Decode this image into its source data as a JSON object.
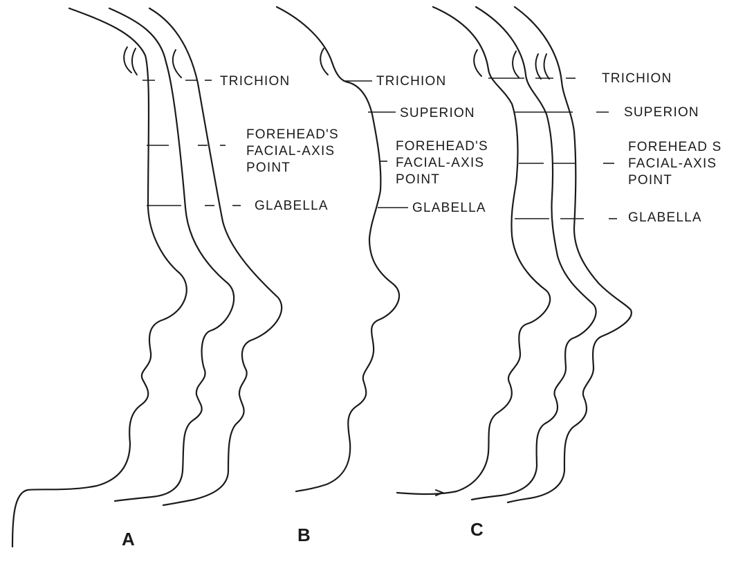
{
  "panels": [
    {
      "id": "A",
      "letter": "A",
      "labels": {
        "trichion": "TRICHION",
        "forehead": [
          "FOREHEAD'S",
          "FACIAL-AXIS",
          "POINT"
        ],
        "glabella": "GLABELLA"
      }
    },
    {
      "id": "B",
      "letter": "B",
      "labels": {
        "trichion": "TRICHION",
        "superion": "SUPERION",
        "forehead": [
          "FOREHEAD'S",
          "FACIAL-AXIS",
          "POINT"
        ],
        "glabella": "GLABELLA"
      }
    },
    {
      "id": "C",
      "letter": "C",
      "labels": {
        "trichion": "TRICHION",
        "superion": "SUPERION",
        "forehead": [
          "FOREHEAD S",
          "FACIAL-AXIS",
          "POINT"
        ],
        "glabella": "GLABELLA"
      }
    }
  ]
}
